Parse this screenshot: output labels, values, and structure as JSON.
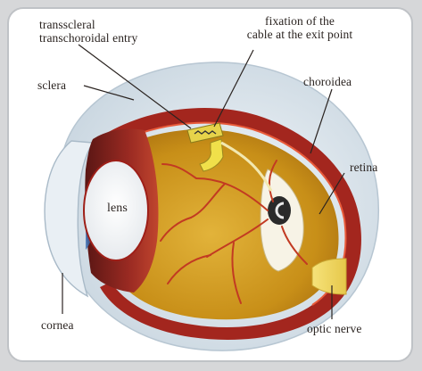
{
  "diagram": {
    "labels": {
      "entry_line1": "transscleral",
      "entry_line2": "transchoroidal entry",
      "fixation_line1": "fixation of the",
      "fixation_line2": "cable at the exit point",
      "sclera": "sclera",
      "choroidea": "choroidea",
      "retina": "retina",
      "lens": "lens",
      "cornea": "cornea",
      "optic_nerve": "optic nerve"
    },
    "colors": {
      "sclera": "#dfe8ee",
      "choroid": "#b9332a",
      "vitreous": "#c9951c",
      "implant": "#e9d84a",
      "optic_nerve": "#f2dc6a"
    }
  }
}
